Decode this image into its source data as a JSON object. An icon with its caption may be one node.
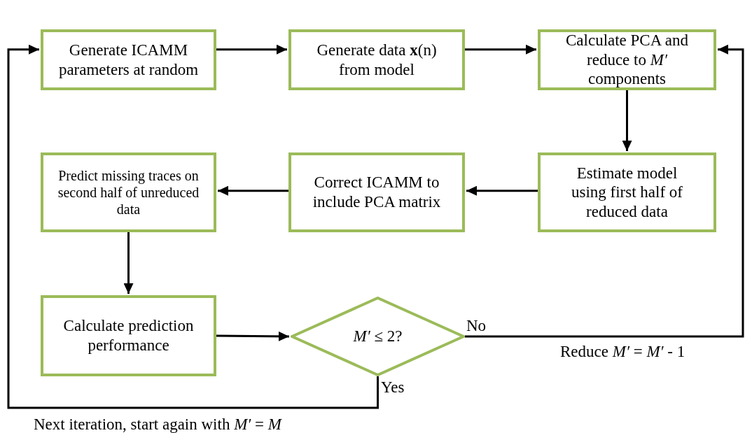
{
  "diagram": {
    "nodes": [
      {
        "text": [
          "Generate ICAMM parameters at random"
        ]
      },
      {
        "text": [
          "Generate data **x**(n) from model"
        ]
      },
      {
        "text": [
          "Calculate PCA and reduce to *M′* components"
        ]
      },
      {
        "text": [
          "Estimate model using first half of reduced data"
        ]
      },
      {
        "text": [
          "Correct ICAMM to include PCA matrix"
        ]
      },
      {
        "text": [
          "Predict missing traces on second half of unreduced data"
        ]
      },
      {
        "text": [
          "Calculate prediction performance"
        ]
      },
      {
        "text": [
          "*M′* ≤ 2?"
        ]
      }
    ],
    "edges": [
      {
        "from": 0,
        "to": 1,
        "arrow": "to"
      },
      {
        "from": 1,
        "to": 2,
        "arrow": "to"
      },
      {
        "from": 2,
        "to": 3,
        "arrow": "to"
      },
      {
        "from": 3,
        "to": 4,
        "arrow": "to"
      },
      {
        "from": 4,
        "to": 5,
        "arrow": "to"
      },
      {
        "from": 5,
        "to": 6,
        "arrow": "to"
      },
      {
        "from": 6,
        "to": 7,
        "arrow": "to"
      },
      {
        "from": 7,
        "to": 2,
        "arrow": "to",
        "label": "No"
      },
      {
        "from": 7,
        "to": 0,
        "arrow": "to",
        "label": "Yes"
      }
    ],
    "labels": [
      "Reduce *M′* = *M′* - 1",
      "Next iteration, start again with *M′* = *M*"
    ]
  }
}
